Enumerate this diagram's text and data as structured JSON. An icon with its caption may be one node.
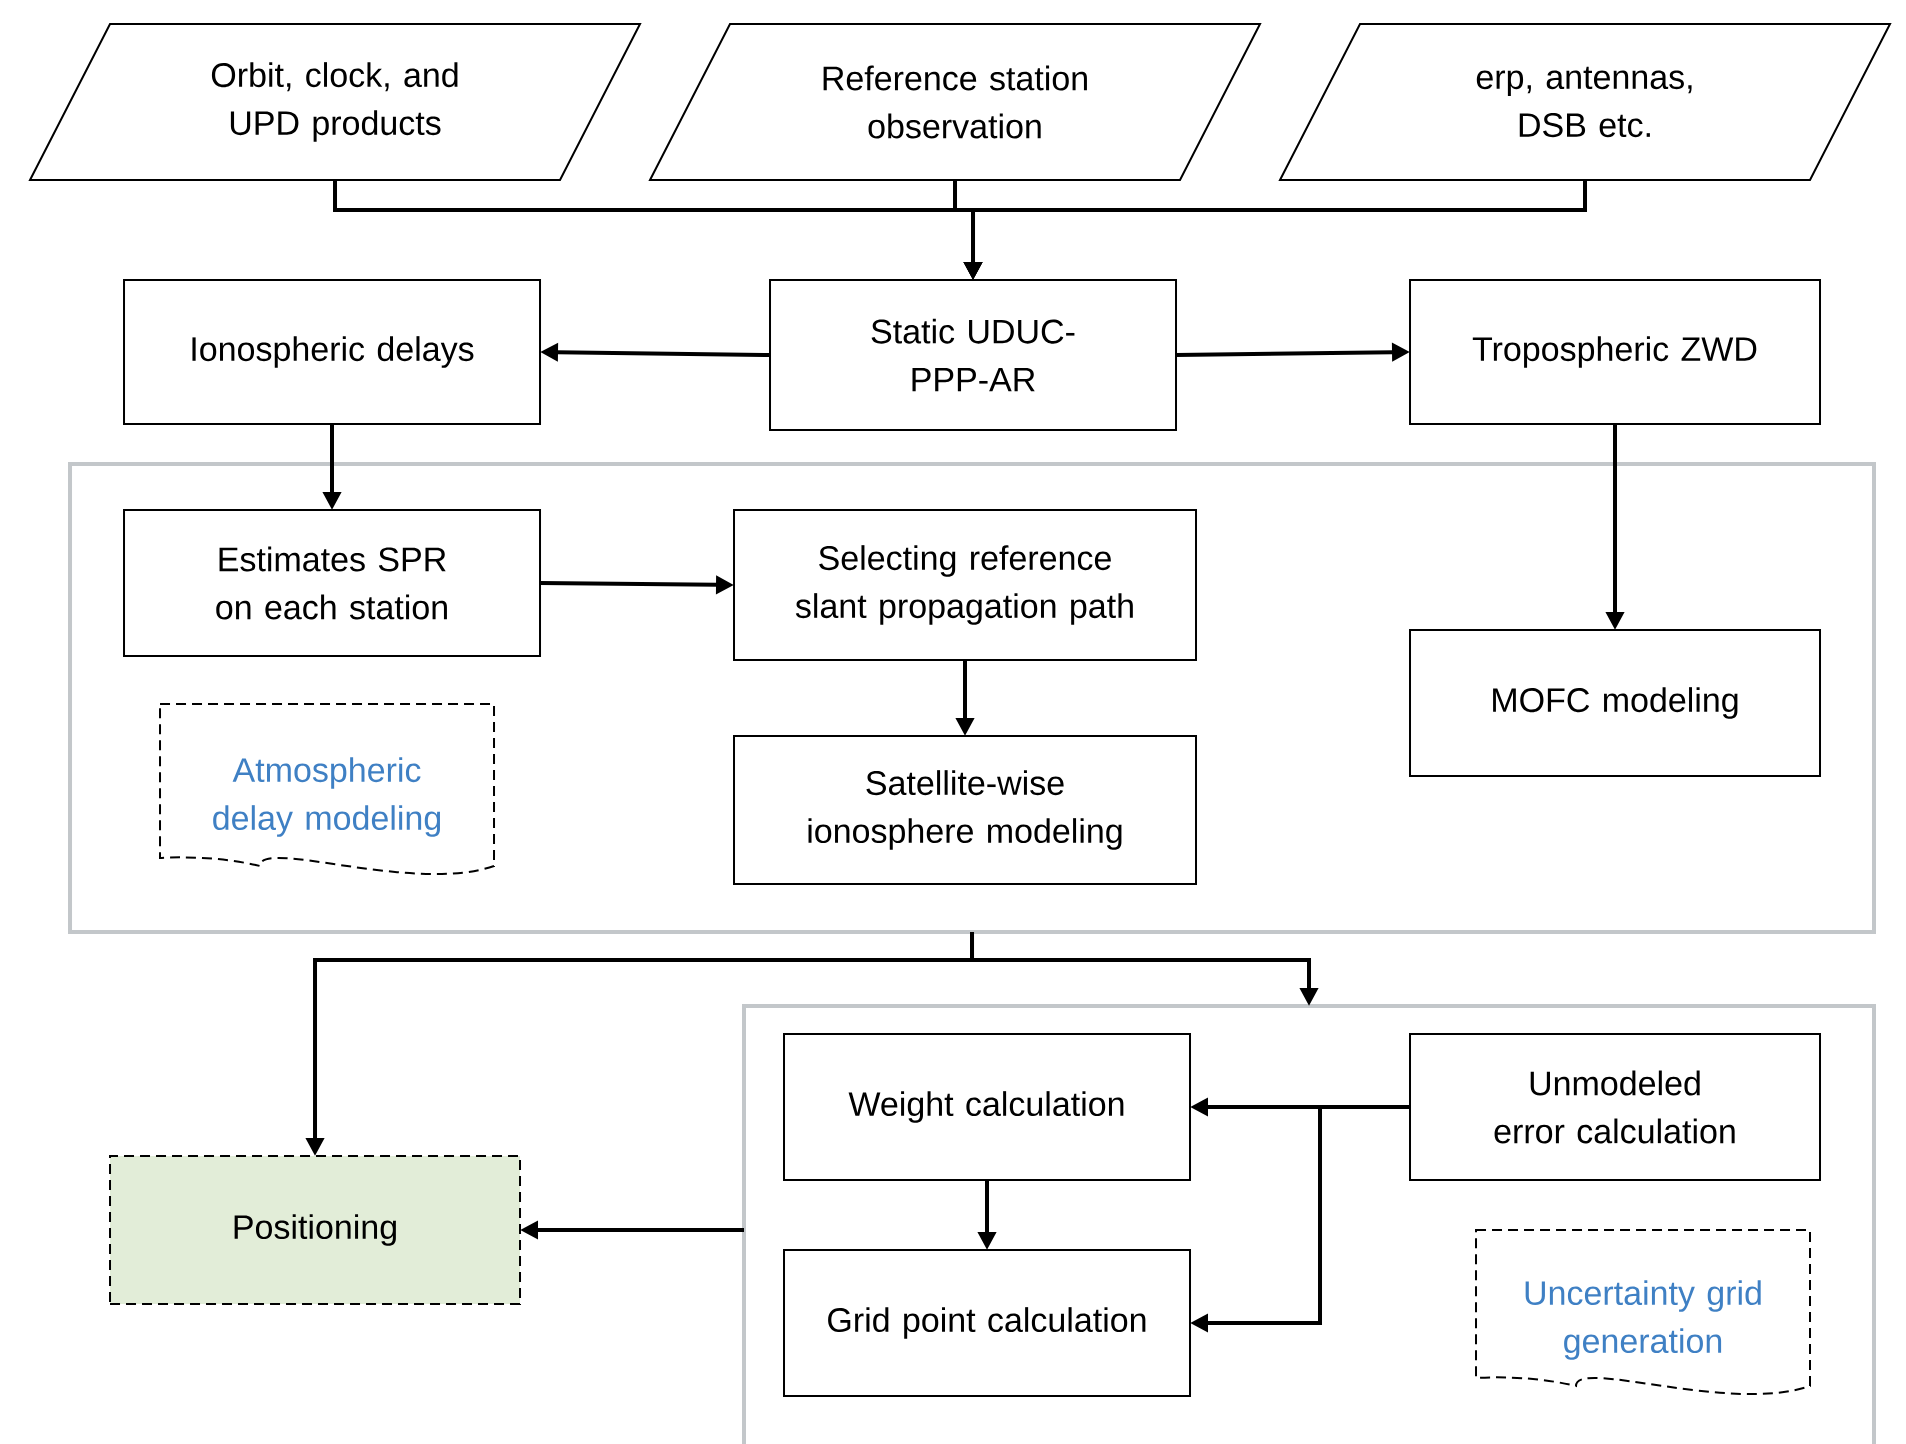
{
  "diagram": {
    "nodes": [
      {
        "text": [
          "Orbit, clock, and UPD products"
        ]
      },
      {
        "text": [
          "Reference station observation"
        ]
      },
      {
        "text": [
          "erp, antennas, DSB etc."
        ]
      },
      {
        "text": [
          "Ionospheric delays"
        ]
      },
      {
        "text": [
          "Static UDUC-PPP-AR"
        ]
      },
      {
        "text": [
          "Tropospheric ZWD"
        ]
      },
      {
        "text": [],
        "shape": "box"
      },
      {
        "text": [
          "Estimates SPR on each station"
        ],
        "in": 6
      },
      {
        "text": [
          "Selecting reference slant propagation path"
        ],
        "in": 6
      },
      {
        "text": [
          "Satellite-wise ionosphere modeling"
        ],
        "in": 6
      },
      {
        "text": [
          "Atmospheric delay modeling"
        ],
        "in": 6
      },
      {
        "text": [
          "MOFC modeling"
        ],
        "in": 6
      },
      {
        "text": [
          "Positioning"
        ]
      },
      {
        "text": [],
        "shape": "box"
      },
      {
        "text": [
          "Weight calculation"
        ],
        "in": 13
      },
      {
        "text": [
          "Unmodeled error calculation"
        ],
        "in": 13
      },
      {
        "text": [
          "Grid point calculation"
        ],
        "in": 13
      },
      {
        "text": [
          "Uncertainty grid generation"
        ],
        "in": 13
      }
    ],
    "edges": [
      {
        "from": 0,
        "to": 4,
        "arrow": "to"
      },
      {
        "from": 1,
        "to": 4,
        "arrow": "to"
      },
      {
        "from": 2,
        "to": 4,
        "arrow": "to"
      },
      {
        "from": 4,
        "to": 3,
        "arrow": "to"
      },
      {
        "from": 4,
        "to": 5,
        "arrow": "to"
      },
      {
        "from": 3,
        "to": 7,
        "arrow": "to"
      },
      {
        "from": 7,
        "to": 8,
        "arrow": "to"
      },
      {
        "from": 8,
        "to": 9,
        "arrow": "to"
      },
      {
        "from": 5,
        "to": 11,
        "arrow": "to"
      },
      {
        "from": 6,
        "to": 12,
        "arrow": "to"
      },
      {
        "from": 6,
        "to": 13,
        "arrow": "to"
      },
      {
        "from": 15,
        "to": 14,
        "arrow": "to"
      },
      {
        "from": 15,
        "to": 16,
        "arrow": "to"
      },
      {
        "from": 14,
        "to": 16,
        "arrow": "to"
      },
      {
        "from": 13,
        "to": 12,
        "arrow": "to"
      }
    ]
  }
}
